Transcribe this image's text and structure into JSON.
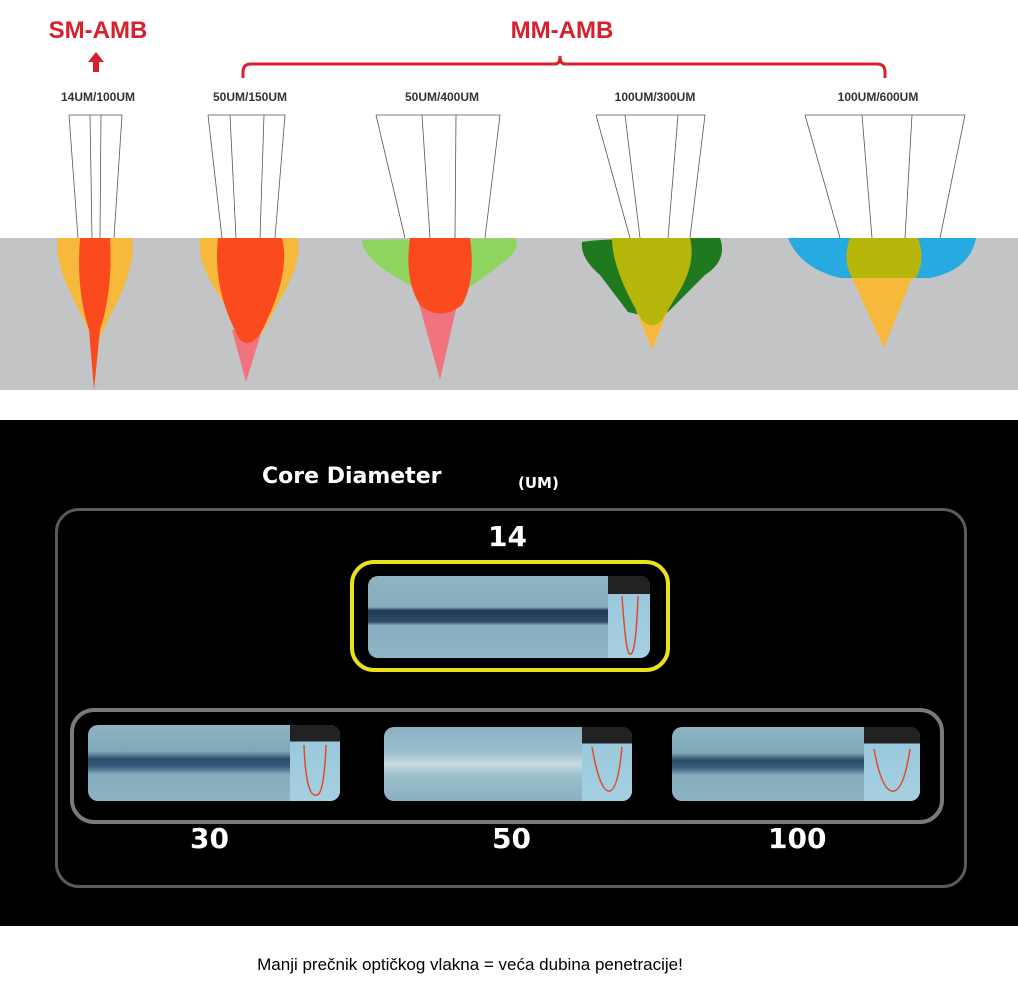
{
  "top_diagram": {
    "sm_label": "SM-AMB",
    "mm_label": "MM-AMB",
    "fibers": [
      "14UM/100UM",
      "50UM/150UM",
      "50UM/400UM",
      "100UM/300UM",
      "100UM/600UM"
    ],
    "colors": {
      "red": "#d6202e",
      "substrate": "#c3c4c6",
      "core": "#fb4a1e",
      "halo": "#f6b93b",
      "pink": "#f0737e",
      "light_green": "#8fd45f",
      "dark_green": "#1f7a1f",
      "olive": "#b7b60a",
      "blue": "#27a9e1"
    }
  },
  "bottom_panel": {
    "title": "Core Diameter",
    "unit": "(UM)",
    "highlighted": "14",
    "others": [
      "30",
      "50",
      "100"
    ],
    "colors": {
      "highlight": "#e8e21c",
      "frame": "#6a6a6a"
    }
  },
  "caption": "Manji prečnik optičkog vlakna = veća dubina penetracije!"
}
